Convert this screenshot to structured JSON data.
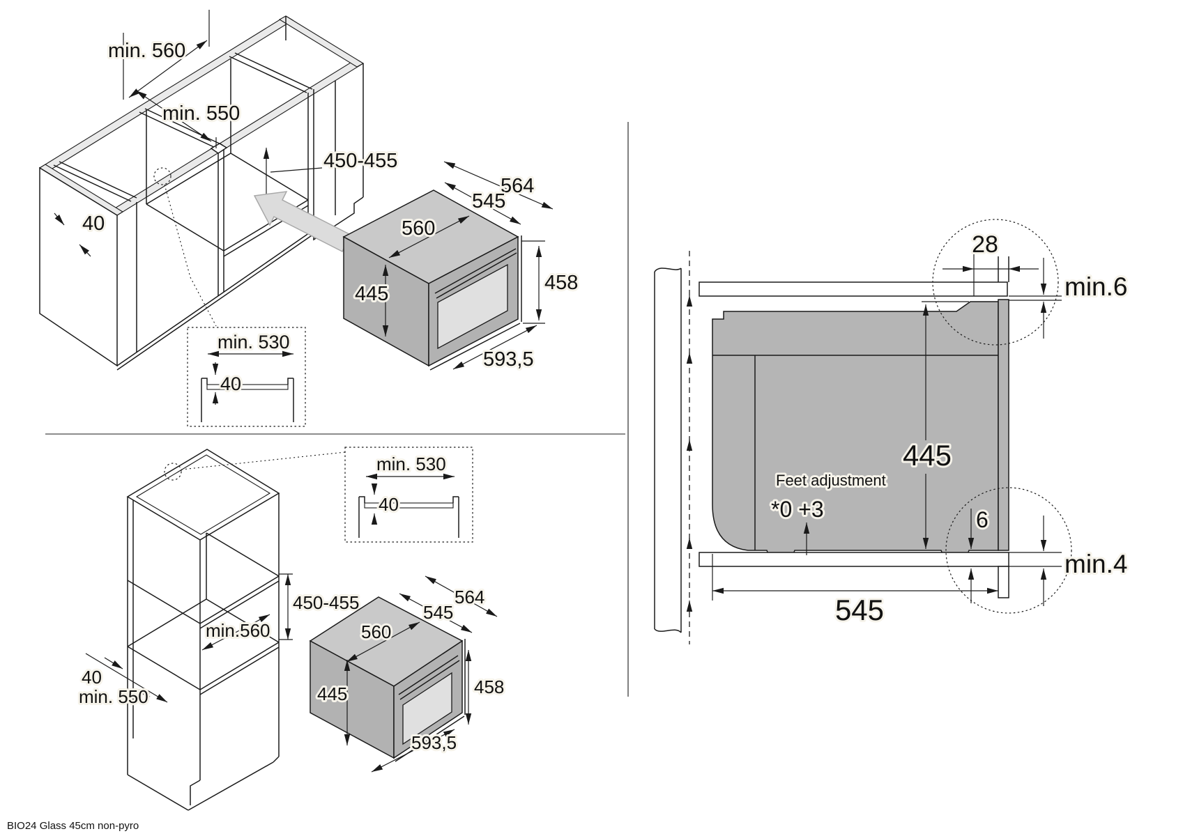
{
  "footer": "BIO24 Glass 45cm non-pyro",
  "colors": {
    "line": "#1a1a1a",
    "oven_top_face": "#c9c9c9",
    "oven_side_face": "#b2b2b2",
    "oven_window": "#e0e0e0",
    "cabinet_rail": "#eaeaea",
    "insert_arrow": "#dcdcdc",
    "section_body": "#b5b5b5",
    "label_halo": "#f6f3ea"
  },
  "top_section": {
    "cabinet": {
      "opening_width": "min. 560",
      "cabinet_depth": "min. 550",
      "opening_height": "450-455",
      "front_rail_width": "40"
    },
    "detail": {
      "channel_width": "min. 530",
      "channel_depth": "40"
    },
    "oven": {
      "outer_depth": "564",
      "body_depth": "545",
      "body_width": "560",
      "body_height": "445",
      "front_height": "458",
      "front_width": "593,5"
    }
  },
  "bottom_section": {
    "cabinet": {
      "opening_height": "450-455",
      "opening_width": "min.560",
      "back_rail_width": "40",
      "cabinet_depth": "min. 550"
    },
    "detail": {
      "channel_width": "min. 530",
      "channel_depth": "40"
    },
    "oven": {
      "outer_depth": "564",
      "body_depth": "545",
      "body_width": "560",
      "body_height": "445",
      "front_height": "458",
      "front_width": "593,5"
    }
  },
  "side_view": {
    "frame_overhang": "28",
    "top_clearance": "min.6",
    "body_height": "445",
    "feet_label": "Feet adjustment",
    "feet_range": "*0 +3",
    "front_lip": "6",
    "bottom_clearance": "min.4",
    "body_depth": "545"
  }
}
